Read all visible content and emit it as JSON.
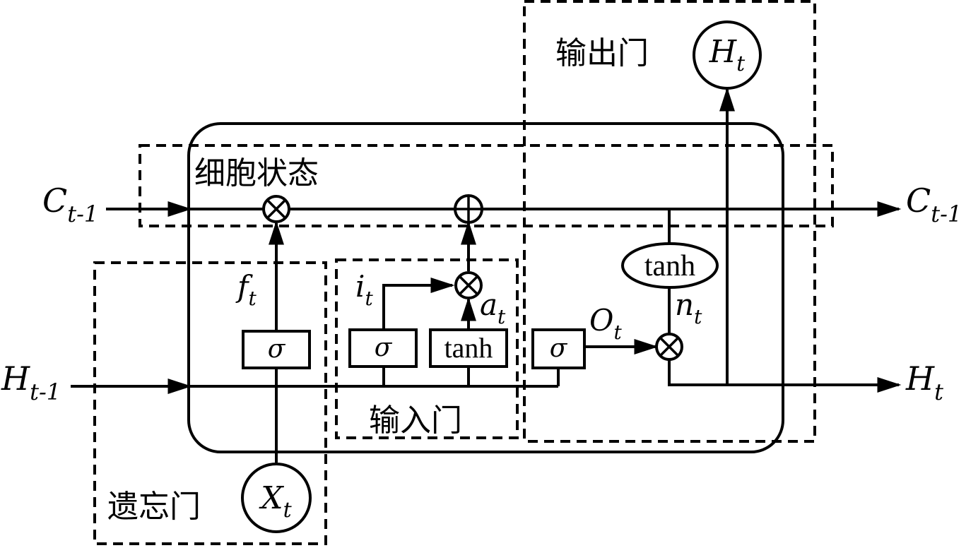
{
  "regions": {
    "cell_state": "细胞状态",
    "forget_gate": "遗忘门",
    "input_gate": "输入门",
    "output_gate": "输出门"
  },
  "ports": {
    "c_in": {
      "main": "C",
      "sub": "t-1"
    },
    "c_out": {
      "main": "C",
      "sub": "t-1"
    },
    "h_in": {
      "main": "H",
      "sub": "t-1"
    },
    "h_out": {
      "main": "H",
      "sub": "t"
    },
    "h_top": {
      "main": "H",
      "sub": "t"
    },
    "x_in": {
      "main": "X",
      "sub": "t"
    }
  },
  "signals": {
    "f": {
      "main": "f",
      "sub": "t"
    },
    "i": {
      "main": "i",
      "sub": "t"
    },
    "a": {
      "main": "a",
      "sub": "t"
    },
    "o": {
      "main": "O",
      "sub": "t"
    },
    "n": {
      "main": "n",
      "sub": "t"
    }
  },
  "blocks": {
    "sigma": "σ",
    "tanh": "tanh"
  },
  "operators": {
    "multiply": "⊗",
    "add": "⊕"
  }
}
